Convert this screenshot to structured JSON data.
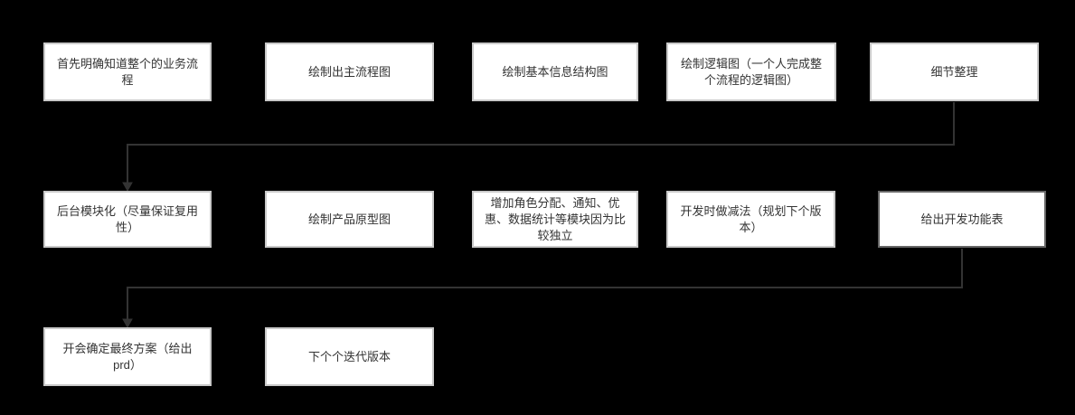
{
  "diagram": {
    "background_color": "#000000",
    "node_fill": "#ffffff",
    "node_border_color": "#c9c9c9",
    "node_border_dark_color": "#666666",
    "edge_color": "#333333",
    "text_color": "#333333",
    "nodes": [
      {
        "id": "n0",
        "label": "首先明确知道整个的业务流程"
      },
      {
        "id": "n1",
        "label": "绘制出主流程图"
      },
      {
        "id": "n2",
        "label": "绘制基本信息结构图"
      },
      {
        "id": "n3",
        "label": "绘制逻辑图（一个人完成整个流程的逻辑图）"
      },
      {
        "id": "n4",
        "label": "细节整理"
      },
      {
        "id": "n5",
        "label": "后台模块化（尽量保证复用性）"
      },
      {
        "id": "n6",
        "label": "绘制产品原型图"
      },
      {
        "id": "n7",
        "label": "增加角色分配、通知、优惠、数据统计等模块因为比较独立"
      },
      {
        "id": "n8",
        "label": "开发时做减法（规划下个版本）"
      },
      {
        "id": "n9",
        "label": "给出开发功能表"
      },
      {
        "id": "n10",
        "label": "开会确定最终方案（给出prd）"
      },
      {
        "id": "n11",
        "label": "下个个迭代版本"
      }
    ],
    "edges": [
      {
        "from": "细节整理",
        "to": "后台模块化（尽量保证复用性）",
        "style": "orthogonal-arrow"
      },
      {
        "from": "给出开发功能表",
        "to": "开会确定最终方案（给出prd）",
        "style": "orthogonal-arrow"
      }
    ]
  }
}
